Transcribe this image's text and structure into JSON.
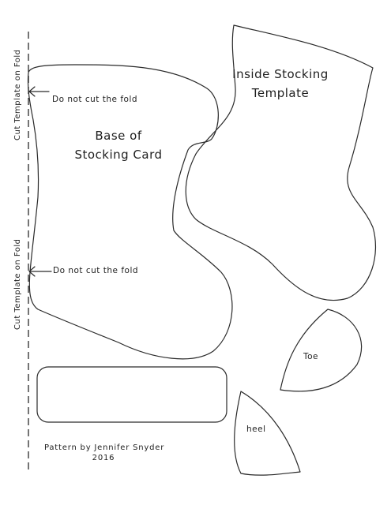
{
  "fold_label_top": "Cut Template on Fold",
  "fold_label_bottom": "Cut Template on Fold",
  "do_not_cut_top": "Do not cut the fold",
  "do_not_cut_bottom": "Do not cut the fold",
  "base_title_line1": "Base of",
  "base_title_line2": "Stocking Card",
  "inside_title_line1": "Inside Stocking",
  "inside_title_line2": "Template",
  "toe_label": "Toe",
  "heel_label": "heel",
  "credit_line1": "Pattern by Jennifer Snyder",
  "credit_line2": "2016",
  "colors": {
    "line": "#2a2a2a",
    "paper": "#ffffff"
  }
}
